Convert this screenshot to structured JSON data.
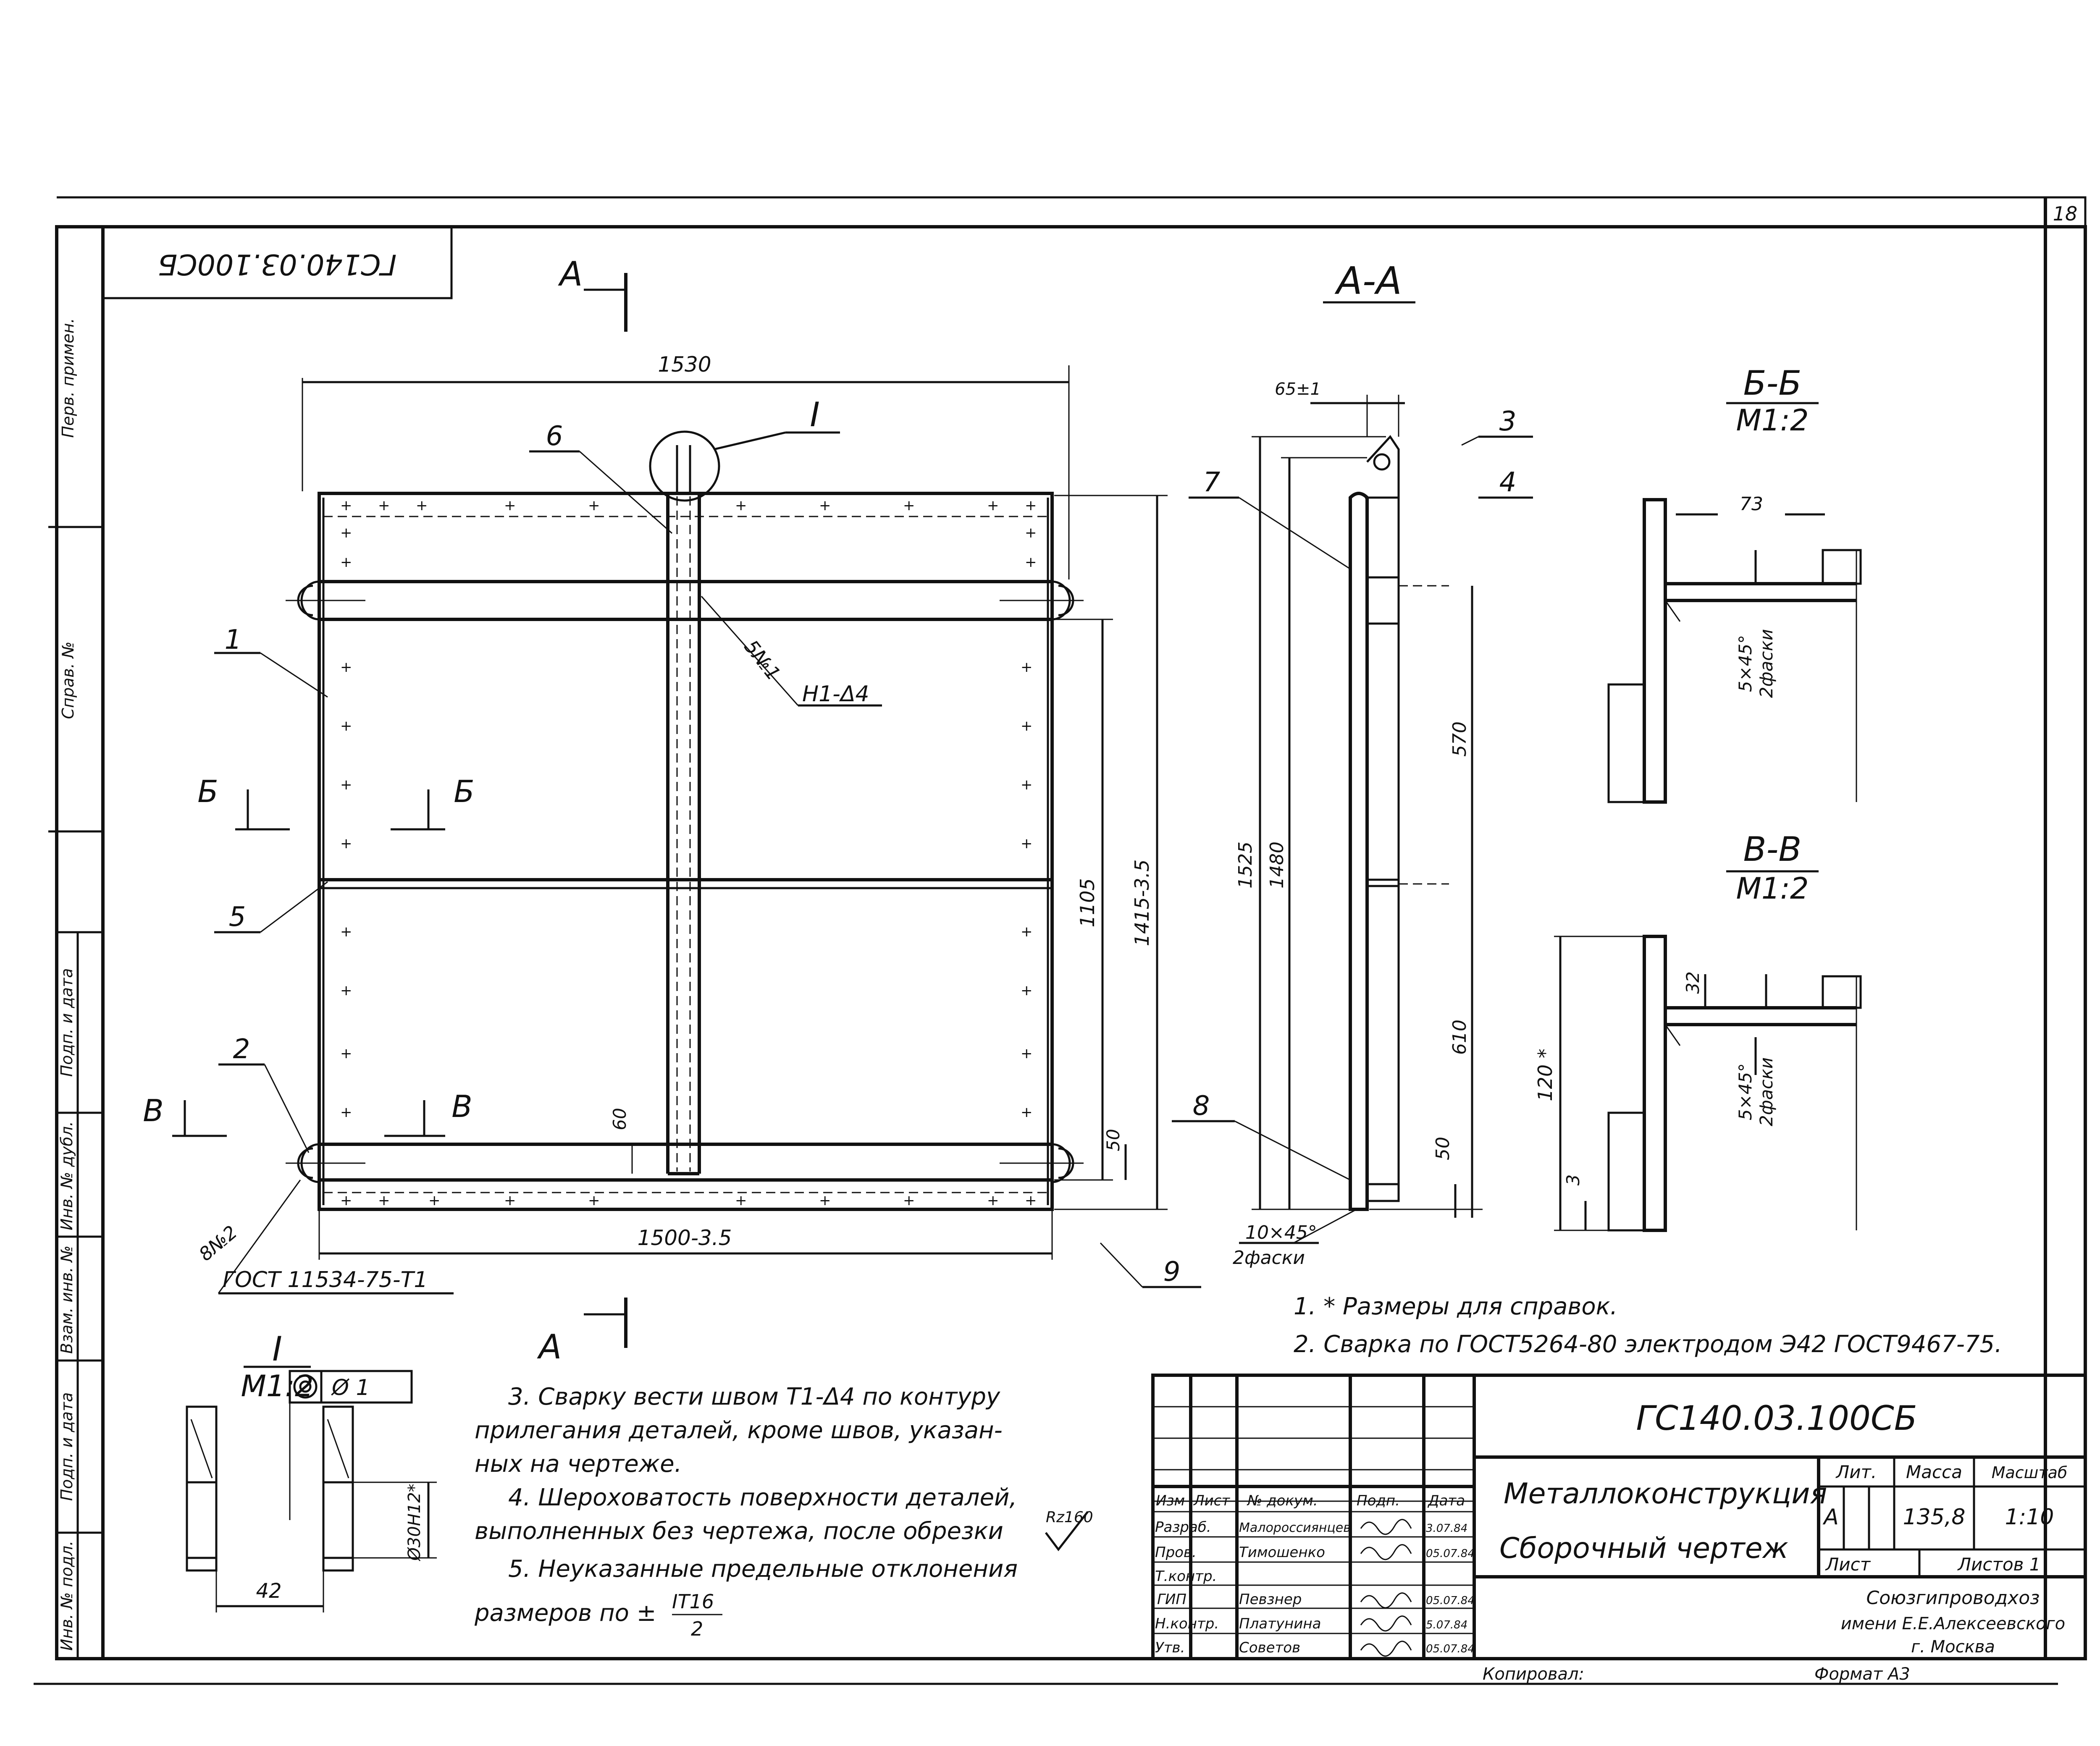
{
  "sheet": {
    "number": "18",
    "side_code": "ГС140.03.100СБ"
  },
  "left_margin": {
    "labels": [
      "Перв. примен.",
      "Справ. №",
      "Подп. и дата",
      "Инв. № дубл.",
      "Взам. инв. №",
      "Подп. и дата",
      "Инв. № подл."
    ]
  },
  "main_view": {
    "section_mark": "А",
    "dims": {
      "top_width": "1530",
      "bottom_width": "1500-3.5",
      "height_total": "1415-3.5",
      "height_mid": "1105",
      "gap_50": "50",
      "stem_60": "60"
    },
    "callouts": [
      "1",
      "2",
      "5",
      "6",
      "9"
    ],
    "detail_mark": "I",
    "weld1": "5№1",
    "weld1_note": "Н1-Δ4",
    "weld2": "8№2",
    "weld2_note": "ГОСТ 11534-75-Т1",
    "cut_b": "Б",
    "cut_v": "В"
  },
  "section_aa": {
    "title": "А-А",
    "callouts": [
      "3",
      "4",
      "7",
      "8"
    ],
    "dims": {
      "d65": "65±1",
      "d1525": "1525",
      "d1480": "1480",
      "d570": "570",
      "d610": "610",
      "d50": "50"
    },
    "chamfer": "10×45°",
    "chamfer_note": "2фаски"
  },
  "section_bb": {
    "title": "Б-Б",
    "scale": "М1:2",
    "dim": "73",
    "chamfer": "5×45°",
    "chamfer_note": "2фаски"
  },
  "section_vv": {
    "title": "В-В",
    "scale": "М1:2",
    "dim32": "32",
    "dim120": "120 *",
    "dim3": "3",
    "chamfer": "5×45°",
    "chamfer_note": "2фаски"
  },
  "detail_i": {
    "title": "I",
    "scale": "М1:2",
    "tol": "Ø 1",
    "dia": "Ø30H12*",
    "width": "42"
  },
  "notes": {
    "n1": "1. * Размеры для справок.",
    "n2": "2. Сварка по ГОСТ5264-80 электродом Э42 ГОСТ9467-75.",
    "n3a": "3. Сварку вести швом Т1-Δ4 по контуру",
    "n3b": "прилегания деталей, кроме швов, указан-",
    "n3c": "ных на чертеже.",
    "n4a": "4. Шероховатость поверхности деталей,",
    "n4b": "выполненных без чертежа, после обрезки",
    "n4c": "Rz160",
    "n5a": "5. Неуказанные предельные отклонения",
    "n5b": "размеров по ±",
    "n5c": "IT16",
    "n5d": "2"
  },
  "title_block": {
    "code": "ГС140.03.100СБ",
    "name1": "Металлоконструкция",
    "name2": "Сборочный чертеж",
    "headers": {
      "izm": "Изм",
      "list": "Лист",
      "doc": "№ докум.",
      "sign": "Подп.",
      "date": "Дата"
    },
    "rows": [
      {
        "role": "Разраб.",
        "name": "Малороссиянцев",
        "date": "3.07.84"
      },
      {
        "role": "Пров.",
        "name": "Тимошенко",
        "date": "05.07.84"
      },
      {
        "role": "Т.контр.",
        "name": "",
        "date": ""
      },
      {
        "role": "ГИП",
        "name": "Певзнер",
        "date": "05.07.84"
      },
      {
        "role": "Н.контр.",
        "name": "Платунина",
        "date": "5.07.84"
      },
      {
        "role": "Утв.",
        "name": "Советов",
        "date": "05.07.84"
      }
    ],
    "lit_h": "Лит.",
    "lit": "А",
    "mass_h": "Масса",
    "mass": "135,8",
    "scale_h": "Масштаб",
    "scale": "1:10",
    "sheet_h": "Лист",
    "sheets_h": "Листов 1",
    "org1": "Союзгипроводхоз",
    "org2": "имени Е.Е.Алексеевского",
    "org3": "г. Москва",
    "copied": "Копировал:",
    "format": "Формат А3"
  }
}
